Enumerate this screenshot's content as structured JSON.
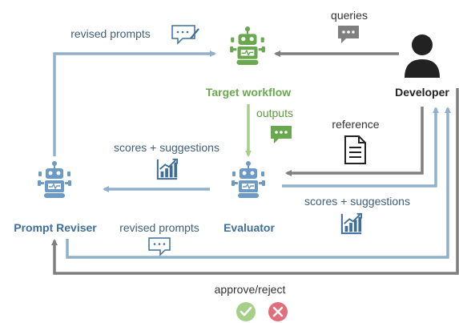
{
  "nodes": {
    "target": {
      "label": "Target workflow",
      "color": "#6aa84f"
    },
    "developer": {
      "label": "Developer",
      "color": "#222222"
    },
    "evaluator": {
      "label": "Evaluator",
      "color": "#3f6f99"
    },
    "reviser": {
      "label": "Prompt Reviser",
      "color": "#3f6f99"
    }
  },
  "edges": {
    "queries": "queries",
    "revised_prompts_top": "revised prompts",
    "outputs": "outputs",
    "reference": "reference",
    "scores_left": "scores + suggestions",
    "scores_right": "scores + suggestions",
    "revised_prompts_bottom": "revised prompts",
    "approve_reject": "approve/reject"
  },
  "icons": {
    "robot_green": "robot-icon",
    "robot_blue": "robot-icon",
    "person": "person-icon",
    "chat": "chat-bubble-icon",
    "document": "document-icon",
    "chart": "bar-chart-icon",
    "approve": "check-icon",
    "reject": "cross-icon"
  },
  "colors": {
    "blue_arrow": "#8fb1cc",
    "gray_arrow": "#7f7f7f",
    "green_arrow": "#a6cf8a",
    "approve": "#a6cf8a",
    "reject": "#e26d7b"
  }
}
